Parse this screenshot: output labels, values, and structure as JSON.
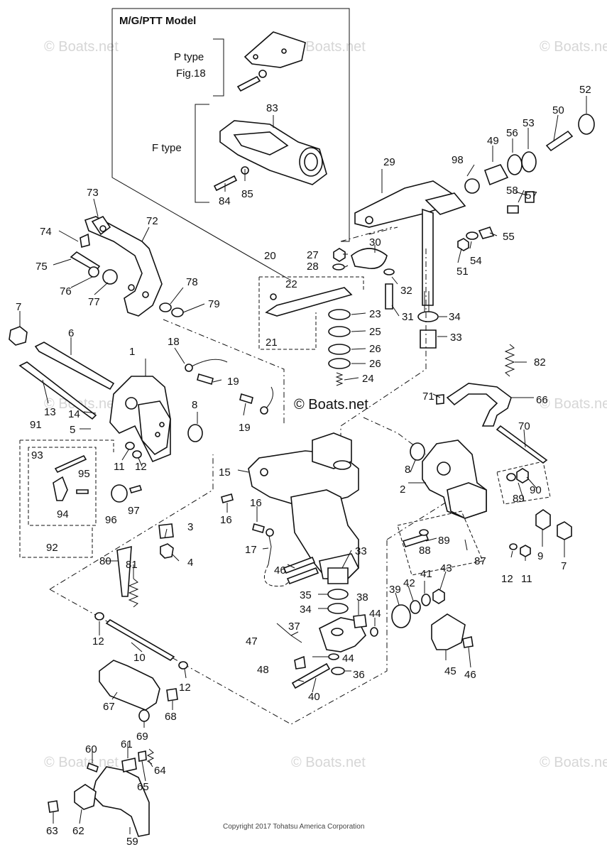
{
  "header": {
    "model_title": "M/G/PTT Model",
    "p_type_line1": "P type",
    "p_type_line2": "Fig.18",
    "f_type": "F type"
  },
  "watermark": "© Boats.net",
  "copyright": "Copyright 2017 Tohatsu America Corporation",
  "part_labels": [
    "1",
    "2",
    "3",
    "4",
    "5",
    "6",
    "7",
    "7",
    "8",
    "8",
    "9",
    "10",
    "11",
    "11",
    "12",
    "12",
    "12",
    "12",
    "13",
    "14",
    "15",
    "16",
    "16",
    "17",
    "18",
    "19",
    "19",
    "20",
    "21",
    "22",
    "23",
    "24",
    "25",
    "26",
    "26",
    "27",
    "28",
    "29",
    "30",
    "31",
    "32",
    "33",
    "33",
    "34",
    "34",
    "35",
    "36",
    "37",
    "38",
    "39",
    "40",
    "41",
    "42",
    "43",
    "44",
    "44",
    "45",
    "46",
    "46",
    "47",
    "48",
    "49",
    "50",
    "51",
    "52",
    "53",
    "54",
    "55",
    "56",
    "57",
    "58",
    "59",
    "60",
    "61",
    "62",
    "63",
    "64",
    "65",
    "66",
    "67",
    "68",
    "69",
    "70",
    "71",
    "72",
    "73",
    "74",
    "75",
    "76",
    "77",
    "78",
    "79",
    "80",
    "81",
    "82",
    "83",
    "84",
    "85",
    "87",
    "88",
    "89",
    "89",
    "90",
    "91",
    "92",
    "93",
    "94",
    "95",
    "96",
    "97",
    "98"
  ]
}
